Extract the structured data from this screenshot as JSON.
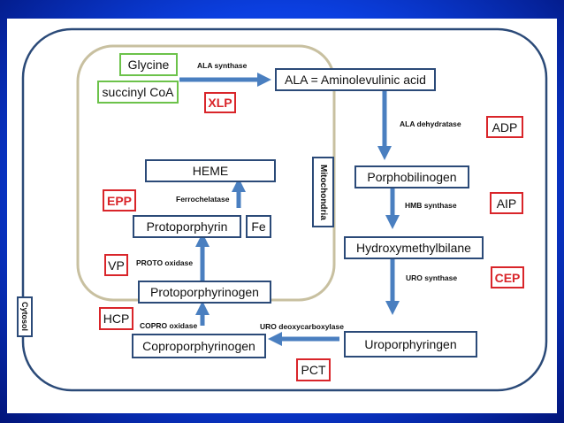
{
  "substrates": {
    "glycine": "Glycine",
    "succinyl_coa": "succinyl CoA",
    "ala": "ALA = Aminolevulinic acid",
    "porphobilinogen": "Porphobilinogen",
    "hydroxymethylbilane": "Hydroxymethylbilane",
    "uroporphyrinogen": "Uroporphyringen",
    "coproporphyrinogen": "Coproporphyrinogen",
    "protoporphyrinogen": "Protoporphyrinogen",
    "protoporphyrin": "Protoporphyrin",
    "fe": "Fe",
    "heme": "HEME"
  },
  "enzymes": {
    "ala_synthase": "ALA synthase",
    "ala_dehydratase": "ALA dehydratase",
    "hmb_synthase": "HMB synthase",
    "uro_synthase": "URO synthase",
    "uro_decarboxylase": "URO deoxycarboxylase",
    "copro_oxidase": "COPRO oxidase",
    "proto_oxidase": "PROTO oxidase",
    "ferrochelatase": "Ferrochelatase"
  },
  "diseases": {
    "xlp": "XLP",
    "adp": "ADP",
    "aip": "AIP",
    "cep": "CEP",
    "pct": "PCT",
    "hcp": "HCP",
    "vp": "VP",
    "epp": "EPP"
  },
  "compartments": {
    "mitochondria": "Mitochondria",
    "cytosol": "Cytosol"
  },
  "colors": {
    "box_border": "#2b4a78",
    "arrow": "#4a7fc0",
    "disease": "#d9252a",
    "substrate_start": "#6cc24a",
    "mitochondria_border": "#c8c0a0"
  }
}
